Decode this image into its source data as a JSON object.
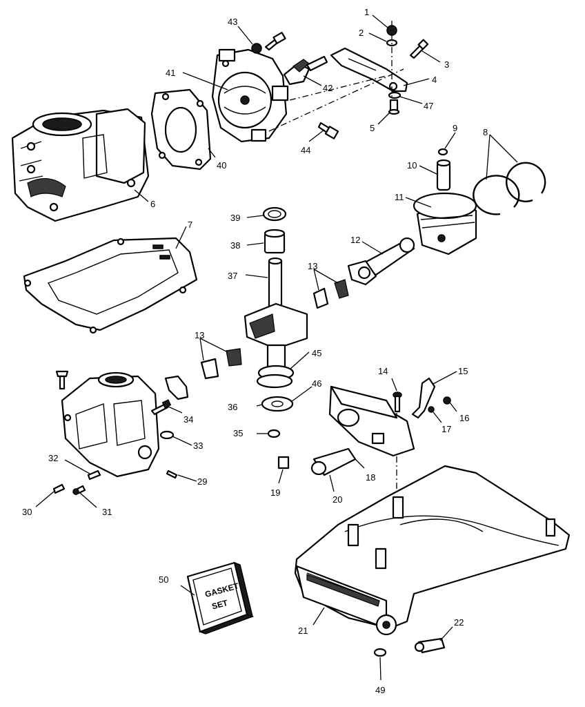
{
  "callouts": {
    "c1": "1",
    "c2": "2",
    "c3": "3",
    "c4": "4",
    "c5": "5",
    "c6": "6",
    "c7": "7",
    "c8": "8",
    "c9": "9",
    "c10": "10",
    "c11": "11",
    "c12": "12",
    "c13a": "13",
    "c13b": "13",
    "c14": "14",
    "c15": "15",
    "c16": "16",
    "c17": "17",
    "c18": "18",
    "c19": "19",
    "c20": "20",
    "c21": "21",
    "c22": "22",
    "c29": "29",
    "c30": "30",
    "c31": "31",
    "c32": "32",
    "c33": "33",
    "c34": "34",
    "c35": "35",
    "c36": "36",
    "c37": "37",
    "c38": "38",
    "c39": "39",
    "c40": "40",
    "c41": "41",
    "c42": "42",
    "c43": "43",
    "c44": "44",
    "c45": "45",
    "c46": "46",
    "c47": "47",
    "c49": "49",
    "c50": "50"
  },
  "gasket_box": {
    "line1": "GASKET",
    "line2": "SET"
  }
}
